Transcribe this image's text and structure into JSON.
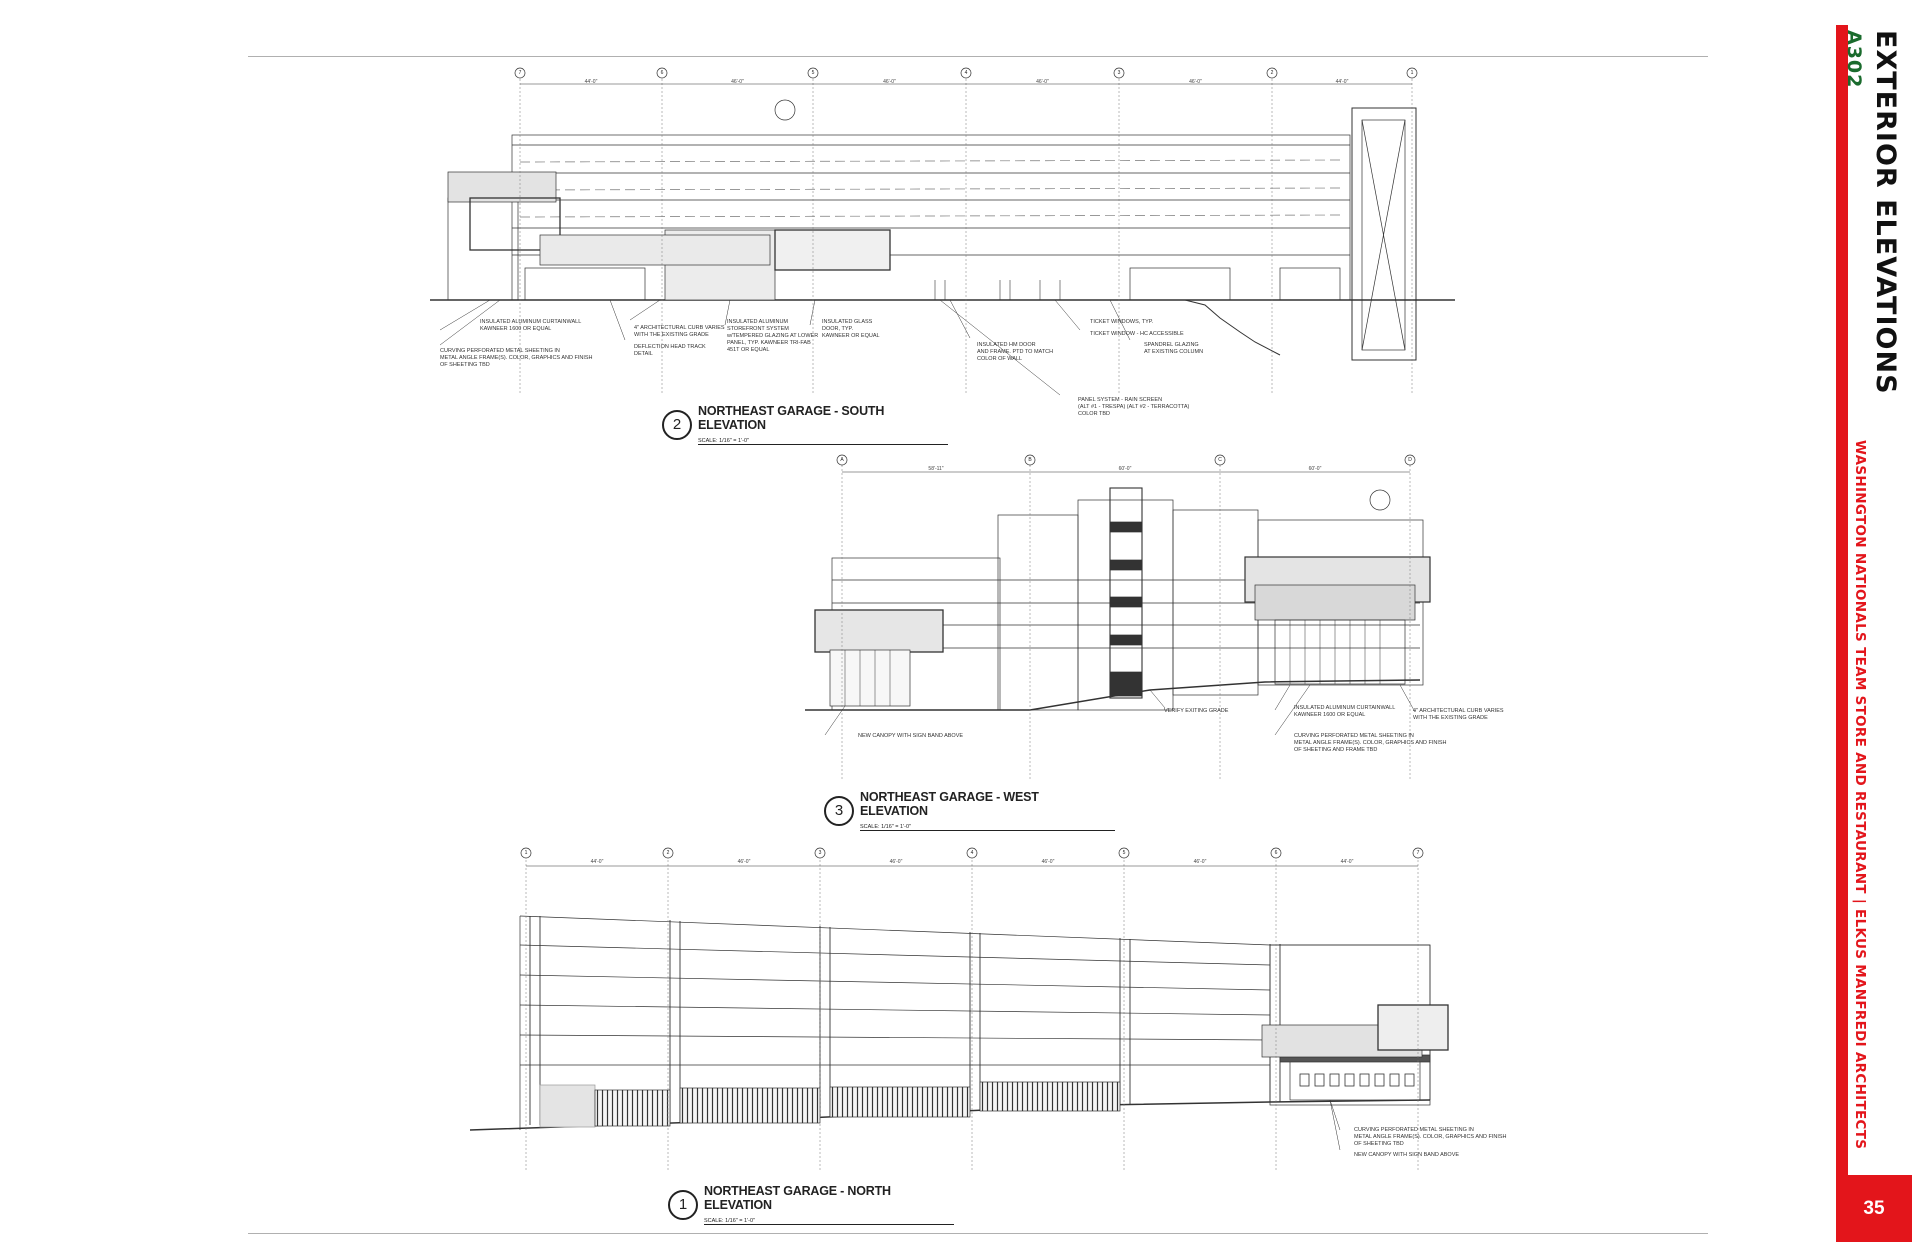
{
  "sheet": {
    "title": "EXTERIOR ELEVATIONS",
    "number": "A302",
    "project": "WASHINGTON NATIONALS TEAM STORE AND RESTAURANT | ELKUS MANFREDI ARCHITECTS",
    "page": "35"
  },
  "elevations": [
    {
      "num": "2",
      "title": "NORTHEAST GARAGE - SOUTH ELEVATION",
      "scale": "SCALE: 1/16\" = 1'-0\""
    },
    {
      "num": "3",
      "title": "NORTHEAST GARAGE - WEST ELEVATION",
      "scale": "SCALE: 1/16\" = 1'-0\""
    },
    {
      "num": "1",
      "title": "NORTHEAST GARAGE - NORTH ELEVATION",
      "scale": "SCALE: 1/16\" = 1'-0\""
    }
  ],
  "notes": {
    "south": [
      "INSULATED ALUMINUM CURTAINWALL\nKAWNEER 1600 OR EQUAL",
      "CURVING PERFORATED METAL SHEETING IN\nMETAL ANGLE FRAME(S). COLOR, GRAPHICS AND FINISH\nOF SHEETING TBD",
      "4\" ARCHITECTURAL CURB VARIES\nWITH THE EXISTING GRADE",
      "DEFLECTION HEAD TRACK\nDETAIL",
      "INSULATED ALUMINUM\nSTOREFRONT SYSTEM\nw/TEMPERED GLAZING AT LOWER\nPANEL, TYP. KAWNEER TRI-FAB\n451T OR EQUAL",
      "INSULATED GLASS\nDOOR, TYP.\nKAWNEER OR EQUAL",
      "INSULATED HM DOOR\nAND FRAME. PTD TO MATCH\nCOLOR OF WALL",
      "TICKET WINDOWS, TYP.",
      "TICKET WINDOW - HC ACCESSIBLE",
      "SPANDREL GLAZING\nAT EXISTING COLUMN",
      "PANEL SYSTEM - RAIN SCREEN\n(ALT #1 - TRESPA) (ALT #2 - TERRACOTTA)\nCOLOR TBD"
    ],
    "west": [
      "NEW CANOPY WITH SIGN BAND ABOVE",
      "VERIFY EXITING GRADE",
      "INSULATED ALUMINUM CURTAINWALL\nKAWNEER 1600 OR EQUAL",
      "4\" ARCHITECTURAL CURB VARIES\nWITH THE EXISTING GRADE",
      "CURVING PERFORATED METAL SHEETING IN\nMETAL ANGLE FRAME(S). COLOR, GRAPHICS AND FINISH\nOF SHEETING AND FRAME TBD"
    ],
    "north": [
      "CURVING PERFORATED METAL SHEETING IN\nMETAL ANGLE FRAME(S). COLOR, GRAPHICS AND FINISH\nOF SHEETING TBD",
      "NEW CANOPY WITH SIGN BAND ABOVE"
    ]
  },
  "grids": {
    "south": [
      "7",
      "6",
      "5",
      "4",
      "3",
      "2",
      "1"
    ],
    "south_dims": [
      "44'-0\"",
      "46'-0\"",
      "46'-0\"",
      "46'-0\"",
      "46'-0\"",
      "44'-0\""
    ],
    "west": [
      "A",
      "B",
      "C",
      "D"
    ],
    "west_dims": [
      "58'-11\"",
      "60'-0\"",
      "60'-0\""
    ],
    "north": [
      "1",
      "2",
      "3",
      "4",
      "5",
      "6",
      "7"
    ],
    "north_dims": [
      "44'-0\"",
      "46'-0\"",
      "46'-0\"",
      "46'-0\"",
      "46'-0\"",
      "44'-0\""
    ]
  }
}
